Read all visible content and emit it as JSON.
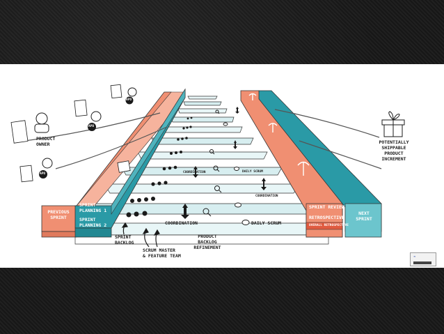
{
  "colors": {
    "salmon": "#f08f72",
    "teal": "#2a9aa6",
    "lane_light": "#d7eef0",
    "ink": "#1a1a1a"
  },
  "labels": {
    "product_owner": "PRODUCT\nOWNER",
    "previous_sprint": "PREVIOUS\nSPRINT",
    "sprint_planning_1": "SPRINT\nPLANNING 1",
    "sprint_planning_2": "SPRINT\nPLANNING 2",
    "sprint_backlog": "SPRINT\nBACKLOG",
    "scrum_master": "SCRUM MASTER\n& FEATURE TEAM",
    "product_backlog_refinement": "PRODUCT\nBACKLOG\nREFINEMENT",
    "coordination": "COORDINATION",
    "daily_scrum": "DAILY SCRUM",
    "sprint_review": "SPRINT REVIEW",
    "retrospective": "RETROSPECTIVE",
    "overall_retrospective": "OVERALL RETROSPECTIVE",
    "next_sprint": "NEXT\nSPRINT",
    "potentially_shippable": "POTENTIALLY\nSHIPPABLE\nPRODUCT\nINCREMENT",
    "apo": "APO"
  },
  "icons": [
    "person-icon",
    "document-icon",
    "gift-icon",
    "umbrella-icon",
    "magnifier-icon",
    "speech-bubble-icon",
    "arrow-icon"
  ]
}
